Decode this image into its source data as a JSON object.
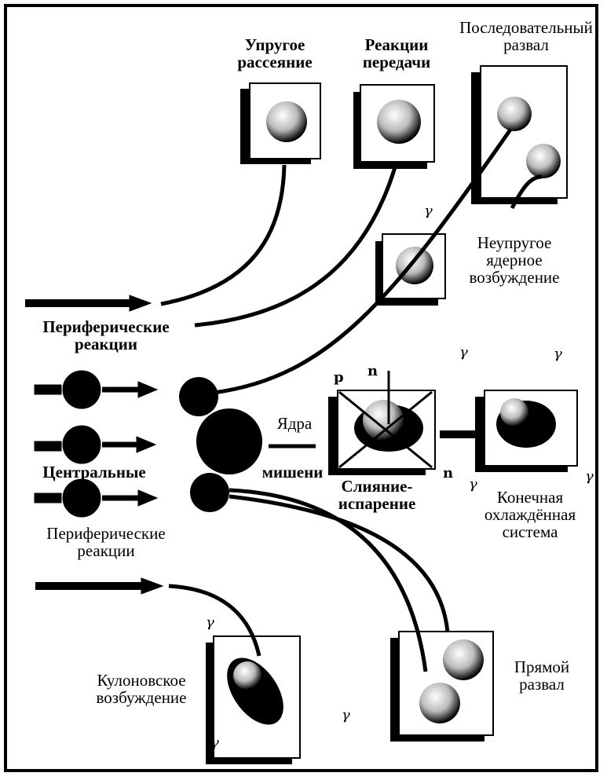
{
  "labels": {
    "elastic": "Упругое рассеяние",
    "transfer": "Реакции передачи",
    "sequential": "Последовательный развал",
    "inelastic": "Неупругое ядерное возбуждение",
    "peripheral_top": "Периферические реакции",
    "central": "Центральные",
    "peripheral_bottom": "Периферические реакции",
    "target_top": "Ядра",
    "target_bottom": "мишени",
    "fusion": "Слияние-испарение",
    "final": "Конечная охлаждённая система",
    "coulomb": "Кулоновское возбуждение",
    "direct": "Прямой развал"
  },
  "symbols": {
    "gamma": "γ",
    "proton": "p",
    "neutron": "n"
  }
}
